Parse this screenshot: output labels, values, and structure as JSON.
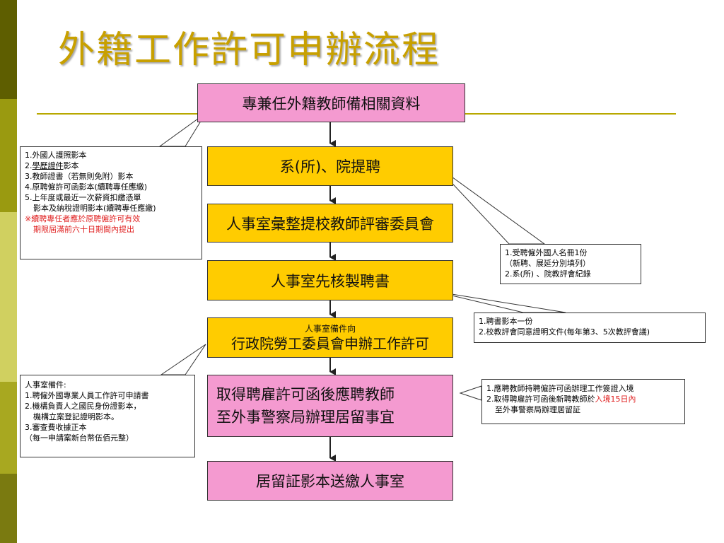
{
  "title": "外籍工作許可申辦流程",
  "colors": {
    "accent": "#c8a000",
    "pink": "#f49ad0",
    "gold": "#ffcc00",
    "sidebar": [
      "#6b6b00",
      "#9a9a10",
      "#c8c840",
      "#a8a820",
      "#7a7a10"
    ]
  },
  "steps": {
    "s1": "專兼任外籍教師備相關資料",
    "s2": "系(所)、院提聘",
    "s3": "人事室彙整提校教師評審委員會",
    "s4": "人事室先核製聘書",
    "s5_small": "人事室備件向",
    "s5": "行政院勞工委員會申辦工作許可",
    "s6_line1": "取得聘雇許可函後應聘教師",
    "s6_line2": "至外事警察局辦理居留事宜",
    "s7": "居留証影本送繳人事室"
  },
  "notes": {
    "docs": {
      "l1": "1.外國人護照影本",
      "l2_num": "2.",
      "l2_ul": "學歷證件",
      "l2_rest": "影本",
      "l3": "3.教師證書（若無則免附）影本",
      "l4": "4.原聘僱許可函影本(續聘專任應繳)",
      "l5": "5.上年度或最近一次薪資扣繳憑單",
      "l6": "影本及納稅證明影本(續聘專任應繳)",
      "l7": "※續聘專任者應於原聘僱許可有效",
      "l8": "期限屆滿前六十日期間內提出"
    },
    "dept": {
      "l1": "1.受聘僱外國人名冊1份",
      "l2": "（新聘、展延分別填列）",
      "l3": "2.系(所) 、院教評會紀錄"
    },
    "contract": {
      "l1": "1.聘書影本一份",
      "l2": "2.校教評會同意證明文件(每年第3、5次教評會議)"
    },
    "labor": {
      "l1": "人事室備件:",
      "l2": "1.聘僱外國專業人員工作許可申請書",
      "l3": "2.機構負責人之國民身份證影本，",
      "l4": "機構立案登記證明影本。",
      "l5": "3.審查費收據正本",
      "l6": "（每一申請案新台幣伍佰元整）"
    },
    "police": {
      "l1": "1.應聘教師持聘僱許可函辦理工作簽證入境",
      "l2_pre": "2.取得聘雇許可函後新聘教師於",
      "l2_red": "入境15日內",
      "l3": "至外事警察局辦理居留証"
    }
  }
}
